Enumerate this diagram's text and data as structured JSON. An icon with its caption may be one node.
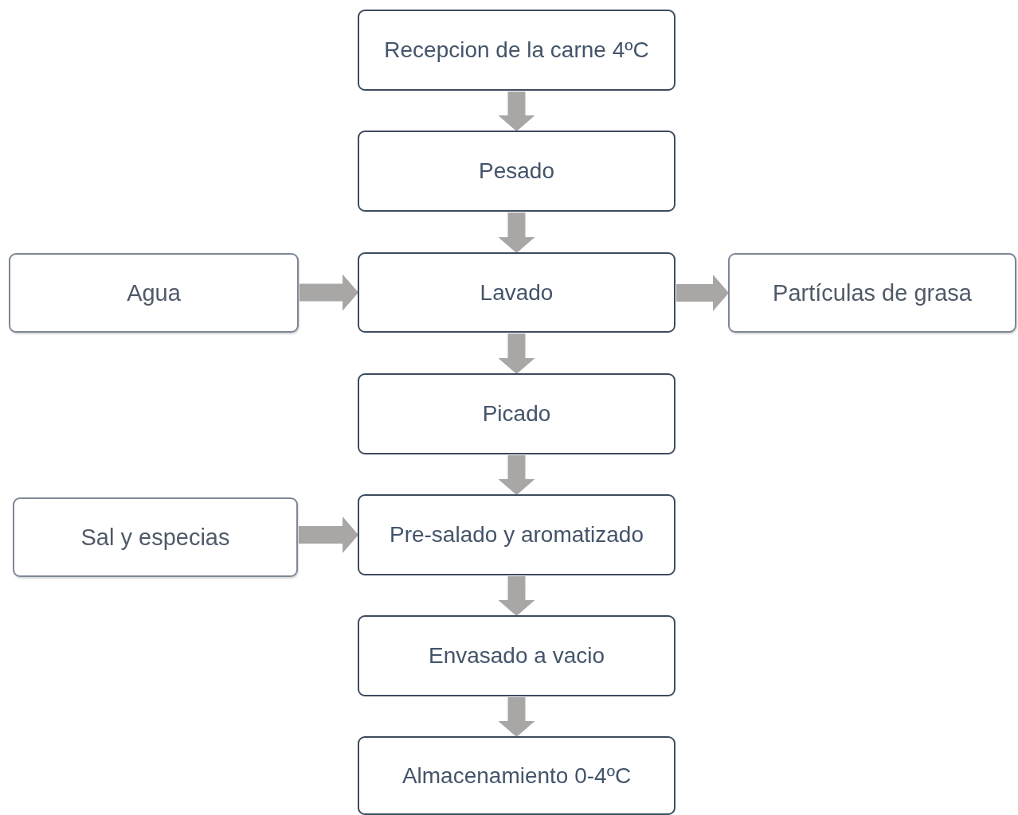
{
  "diagram": {
    "nodes": [
      {
        "text": [
          "Recepcion de la carne 4ºC"
        ]
      },
      {
        "text": [
          "Pesado"
        ]
      },
      {
        "text": [
          "Agua"
        ]
      },
      {
        "text": [
          "Lavado"
        ]
      },
      {
        "text": [
          "Partículas de grasa"
        ]
      },
      {
        "text": [
          "Picado"
        ]
      },
      {
        "text": [
          "Sal y especias"
        ]
      },
      {
        "text": [
          "Pre-salado y aromatizado"
        ]
      },
      {
        "text": [
          "Envasado a vacio"
        ]
      },
      {
        "text": [
          "Almacenamiento 0-4ºC"
        ]
      }
    ],
    "edges": [
      {
        "from": 0,
        "to": 1,
        "arrow": "to"
      },
      {
        "from": 1,
        "to": 3,
        "arrow": "to"
      },
      {
        "from": 2,
        "to": 3,
        "arrow": "to"
      },
      {
        "from": 3,
        "to": 4,
        "arrow": "to"
      },
      {
        "from": 3,
        "to": 5,
        "arrow": "to"
      },
      {
        "from": 5,
        "to": 7,
        "arrow": "to"
      },
      {
        "from": 6,
        "to": 7,
        "arrow": "to"
      },
      {
        "from": 7,
        "to": 8,
        "arrow": "to"
      },
      {
        "from": 8,
        "to": 9,
        "arrow": "to"
      }
    ]
  }
}
